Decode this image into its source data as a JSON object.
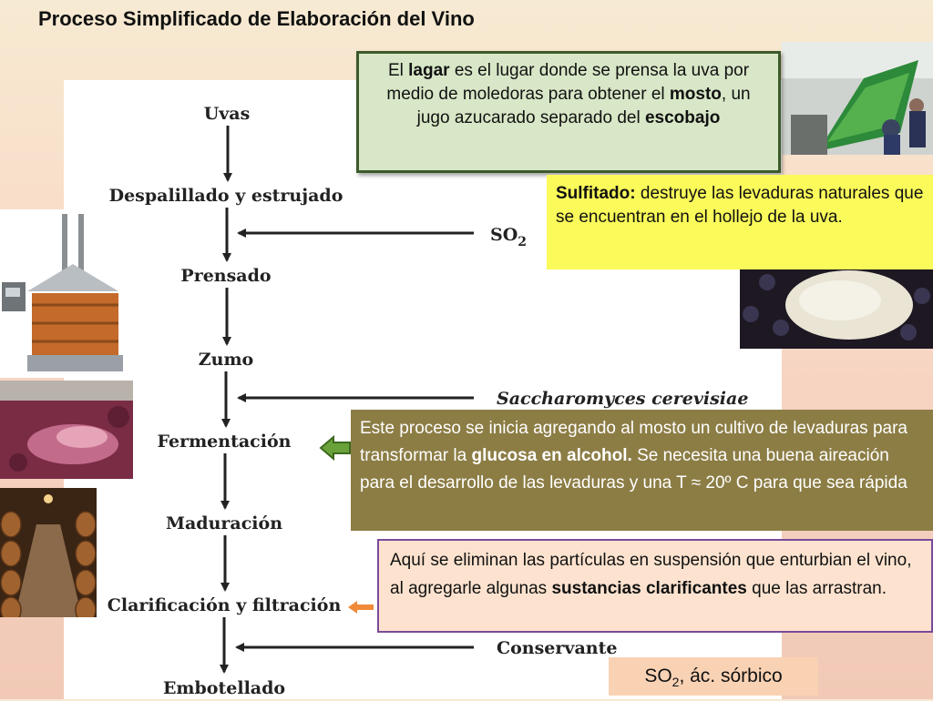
{
  "title": "Proceso Simplificado de Elaboración del Vino",
  "steps": [
    "Uvas",
    "Despalillado y estrujado",
    "Prensado",
    "Zumo",
    "Fermentación",
    "Maduración",
    "Clarificación y filtración",
    "Embotellado"
  ],
  "inputs": {
    "so2": "SO",
    "so2_sub": "2",
    "yeast": "Saccharomyces cerevisiae",
    "preservative": "Conservante"
  },
  "callouts": {
    "lagar": {
      "t1": "El ",
      "b1": "lagar",
      "t2": " es el lugar donde se prensa la uva por medio de moledoras para obtener el ",
      "b2": "mosto",
      "t3": ", un jugo azucarado separado del ",
      "b3": "escobajo"
    },
    "sulfitado": {
      "b1": "Sulfitado:",
      "t1": " destruye las levaduras naturales que se encuentran en el hollejo de la uva."
    },
    "fermentacion": {
      "t1": "Este proceso se inicia agregando al mosto un cultivo de levaduras para transformar la ",
      "b1": "glucosa en alcohol.",
      "t2": " Se necesita una buena aireación para el desarrollo de las levaduras y una T ",
      "approx": "≈",
      "t3": " 20º C para que sea rápida"
    },
    "clarificacion": {
      "t1": "Aquí se eliminan las partículas en suspensión que enturbian el vino, al agregarle algunas ",
      "b1": "sustancias clarificantes",
      "t2": " que las arrastran."
    },
    "conservante": {
      "t1": "SO",
      "sub": "2",
      "t2": ", ác. sórbico"
    }
  },
  "colors": {
    "lagar_bg": "#d8e7c7",
    "sulfitado_bg": "#fafa5a",
    "fermentacion_bg": "#8c7d45",
    "clarificacion_bg": "#fde3cf",
    "arrow_green": "#4e7a2c",
    "arrow_orange": "#f08a3a"
  }
}
